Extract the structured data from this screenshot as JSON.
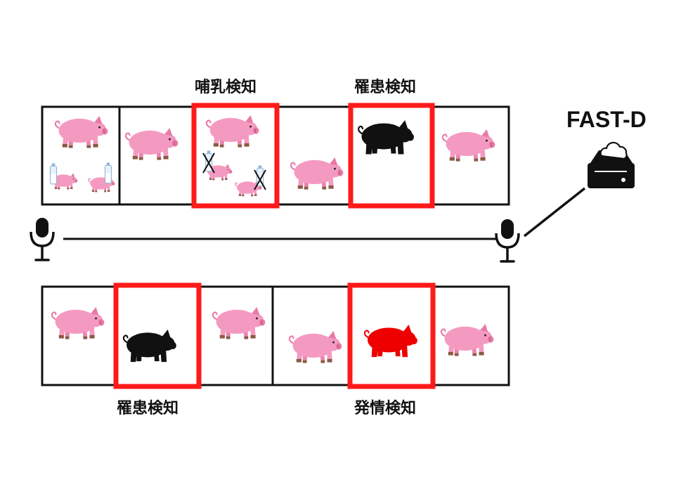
{
  "labels": {
    "nursing_detection": "哺乳検知",
    "disease_detection_top": "罹患検知",
    "disease_detection_bottom": "罹患検知",
    "estrus_detection": "発情検知"
  },
  "brand": {
    "name": "FAST-D"
  },
  "colors": {
    "pig_pink": "#f49ac1",
    "pig_dark_pink": "#e87aa8",
    "hoof": "#8a5a44",
    "sick_pig": "#111111",
    "estrus_pig": "#ee0000",
    "highlight_frame": "#ff1a1a",
    "pen_line": "#111111"
  },
  "icons": {
    "microphone_left": "microphone-icon",
    "microphone_right": "microphone-icon",
    "server": "cloud-server-icon",
    "milk_bottle": "milk-bottle-icon"
  }
}
